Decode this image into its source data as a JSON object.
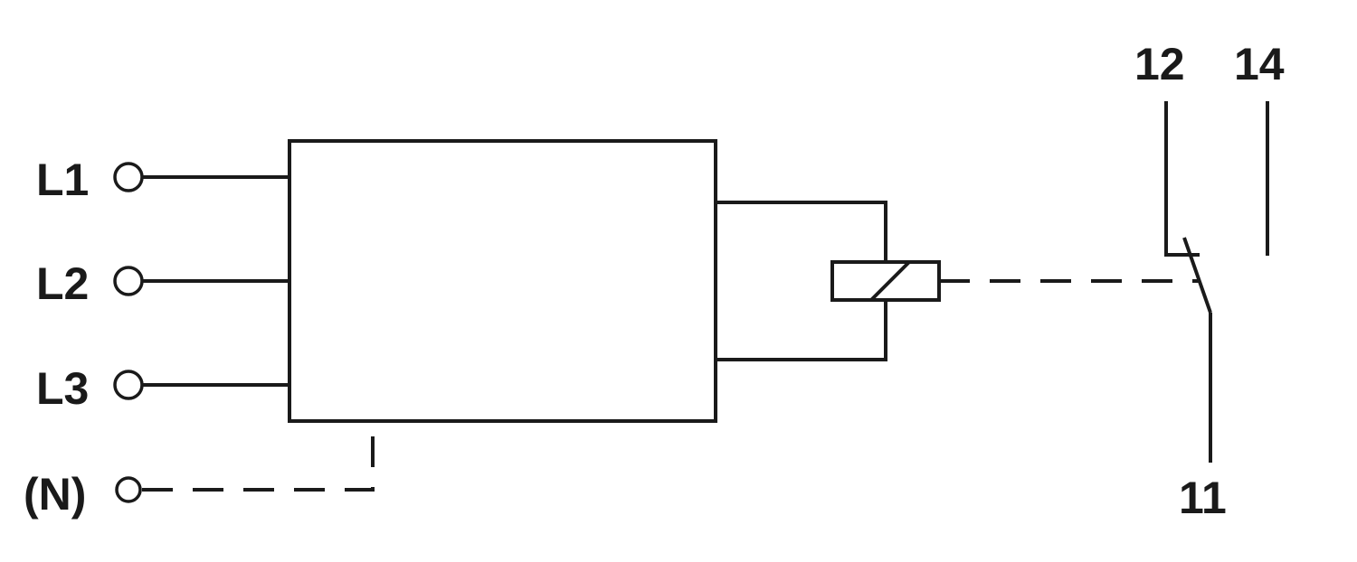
{
  "inputs": {
    "l1": "L1",
    "l2": "L2",
    "l3": "L3",
    "n": "(N)"
  },
  "contacts": {
    "c12": "12",
    "c14": "14",
    "c11": "11"
  }
}
